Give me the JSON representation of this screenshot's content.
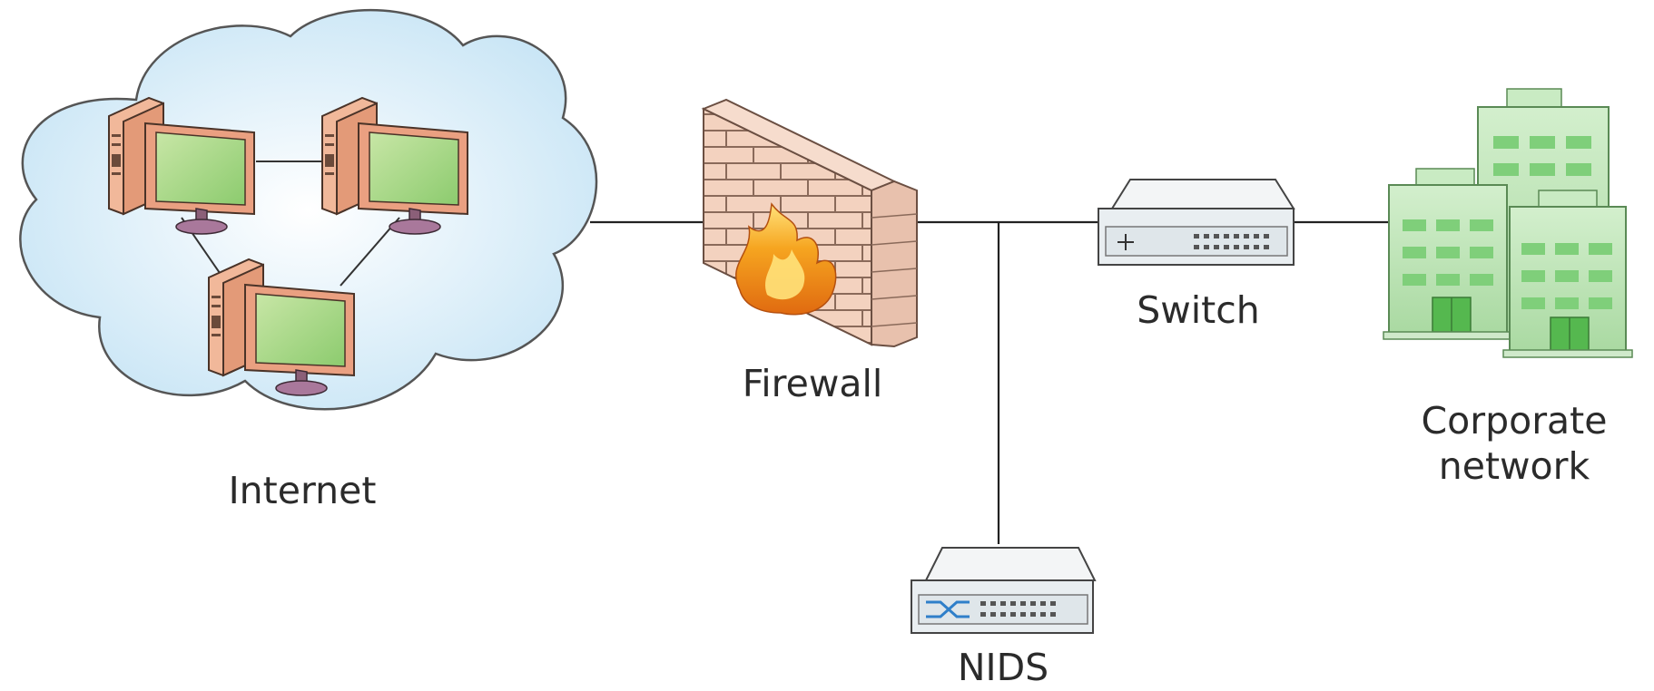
{
  "labels": {
    "internet": "Internet",
    "firewall": "Firewall",
    "switch": "Switch",
    "nids": "NIDS",
    "corporate_line1": "Corporate",
    "corporate_line2": "network"
  },
  "icons": {
    "cloud": "cloud-icon",
    "computer": "desktop-computer-icon",
    "firewall": "brick-wall-fire-icon",
    "switch": "network-switch-icon",
    "nids": "nids-appliance-icon",
    "buildings": "office-buildings-icon"
  },
  "colors": {
    "cloud_fill": "#d9eef9",
    "cloud_stroke": "#4d4d4d",
    "computer_case": "#e8a486",
    "screen": "#a8d58e",
    "brick": "#efc7b2",
    "flame_outer": "#f0a030",
    "flame_inner": "#ffe070",
    "device_body": "#eaeef0",
    "building_fill": "#b7e0b0",
    "building_window": "#7fcf7a",
    "line": "#222222"
  }
}
